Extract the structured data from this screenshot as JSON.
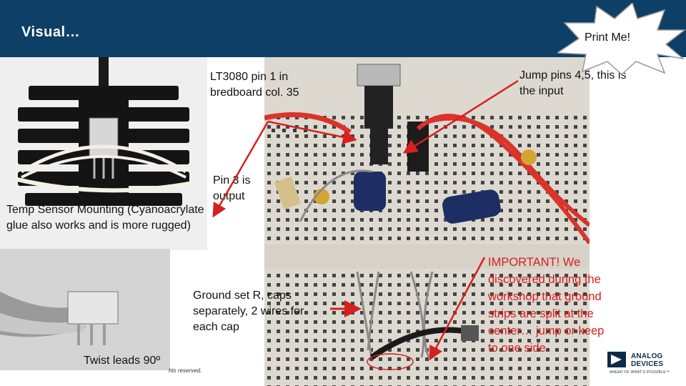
{
  "slide": {
    "title": "Visual…",
    "print_badge": "Print Me!",
    "copyright_fragment": "hts reserved.",
    "logo": {
      "line1": "ANALOG",
      "line2": "DEVICES",
      "tagline": "AHEAD OF WHAT'S POSSIBLE™",
      "color": "#0e2c4a"
    },
    "header_color": "#0e3f66",
    "annotation_color": "#d61f1f"
  },
  "annotations": {
    "pin1": "LT3080 pin 1 in bredboard col. 35",
    "jump": "Jump pins 4,5, this is the input",
    "pin3": "Pin 3 is output",
    "temp_sensor": "Temp Sensor Mounting (Cyanoacrylate glue also works and is more rugged)",
    "ground": "Ground set R, caps separately, 2 wires for each cap",
    "twist": "Twist leads 90º",
    "important": "IMPORTANT! We discovered during the workshop that ground strips are split at the center… jump or keep to one side."
  },
  "photos": {
    "heatsink": "heatsink-photo",
    "sensor": "sensor-photo",
    "breadboard": "breadboard-photo"
  }
}
